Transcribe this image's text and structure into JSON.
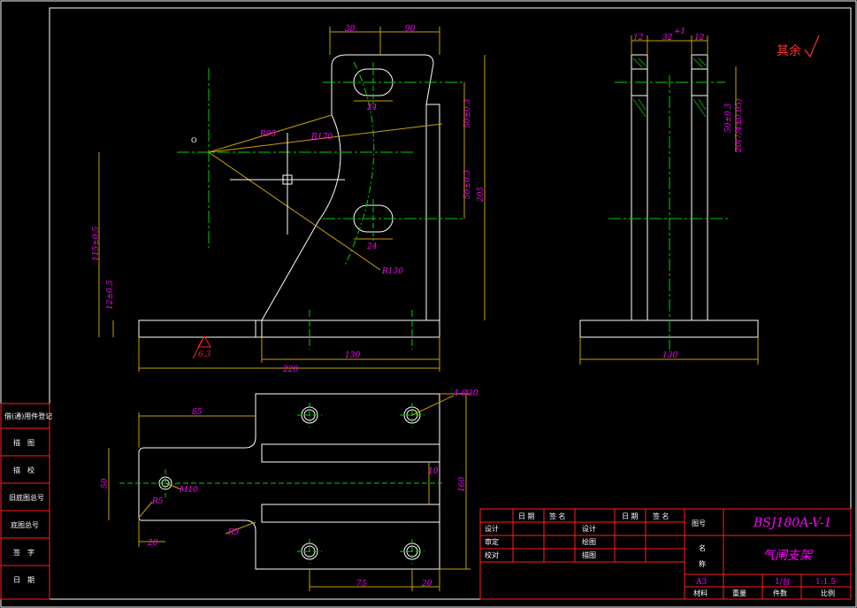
{
  "drawing": {
    "surface_finish_note": "其余",
    "dims_front": {
      "top_30": "30",
      "top_90": "90",
      "slot_w1": "24",
      "slot_w2": "24",
      "r_small": "R95",
      "r_mid": "R170",
      "r_low": "R130",
      "dim_50_top": "50±0.3",
      "dim_50_mid": "50±0.3",
      "dim_205": "205",
      "dim_115": "115±0.5",
      "dim_12": "12±0.5",
      "center_o": "O",
      "roughness": "6.3",
      "dim_130": "130",
      "dim_220": "220"
    },
    "dims_side": {
      "w12a": "12",
      "w32": "32",
      "w32_tol": "+1",
      "w12b": "12",
      "v_tol_a": "50±0.3",
      "v_tol_b": "20(7/4±0.05)",
      "bottom_130": "130"
    },
    "dims_plan": {
      "holes": "4-Ø30",
      "d85": "85",
      "d50": "50",
      "d160": "160",
      "d10": "10",
      "m10": "M10",
      "r5": "R5",
      "r3": "R3",
      "d20a": "20",
      "d75": "75",
      "d20b": "20"
    },
    "left_strip": [
      "借(通)用件登记",
      "描　图",
      "描　校",
      "旧底图总号",
      "底图总号",
      "签　字",
      "日　期"
    ],
    "title_block": {
      "hdr_date": "日 期",
      "hdr_sign": "签 名",
      "hdr_date2": "日 期",
      "hdr_sign2": "签 名",
      "row1_left": "设计",
      "row2_left": "审定",
      "row3_left": "校对",
      "row1_mid": "设计",
      "row2_mid": "绘图",
      "row3_mid": "描图",
      "drawing_no_label": "图号",
      "drawing_no": "BSJ180A-V-1",
      "name_label_1": "名",
      "name_label_2": "称",
      "part_name": "气闸支架",
      "sheet_size": "A3",
      "quantity": "1/台",
      "scale": "1:1.5",
      "foot_material": "材料",
      "foot_weight": "重量",
      "foot_pieces": "件数",
      "foot_ratio": "比例"
    }
  }
}
